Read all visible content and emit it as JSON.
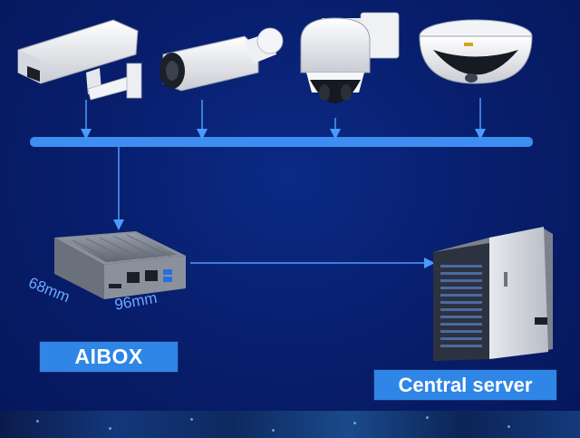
{
  "labels": {
    "aibox": "AIBOX",
    "server": "Central server"
  },
  "dimensions": {
    "depth": "68mm",
    "width": "96mm"
  },
  "colors": {
    "background": "#071a5e",
    "network_bus": "#3d8ef0",
    "label_fill": "#2f86e6",
    "dimension_text": "#6fa8ff"
  },
  "icons": [
    "box-camera-icon",
    "bullet-camera-icon",
    "ptz-dome-camera-icon",
    "fisheye-dome-camera-icon",
    "aibox-device-icon",
    "tower-server-icon"
  ]
}
